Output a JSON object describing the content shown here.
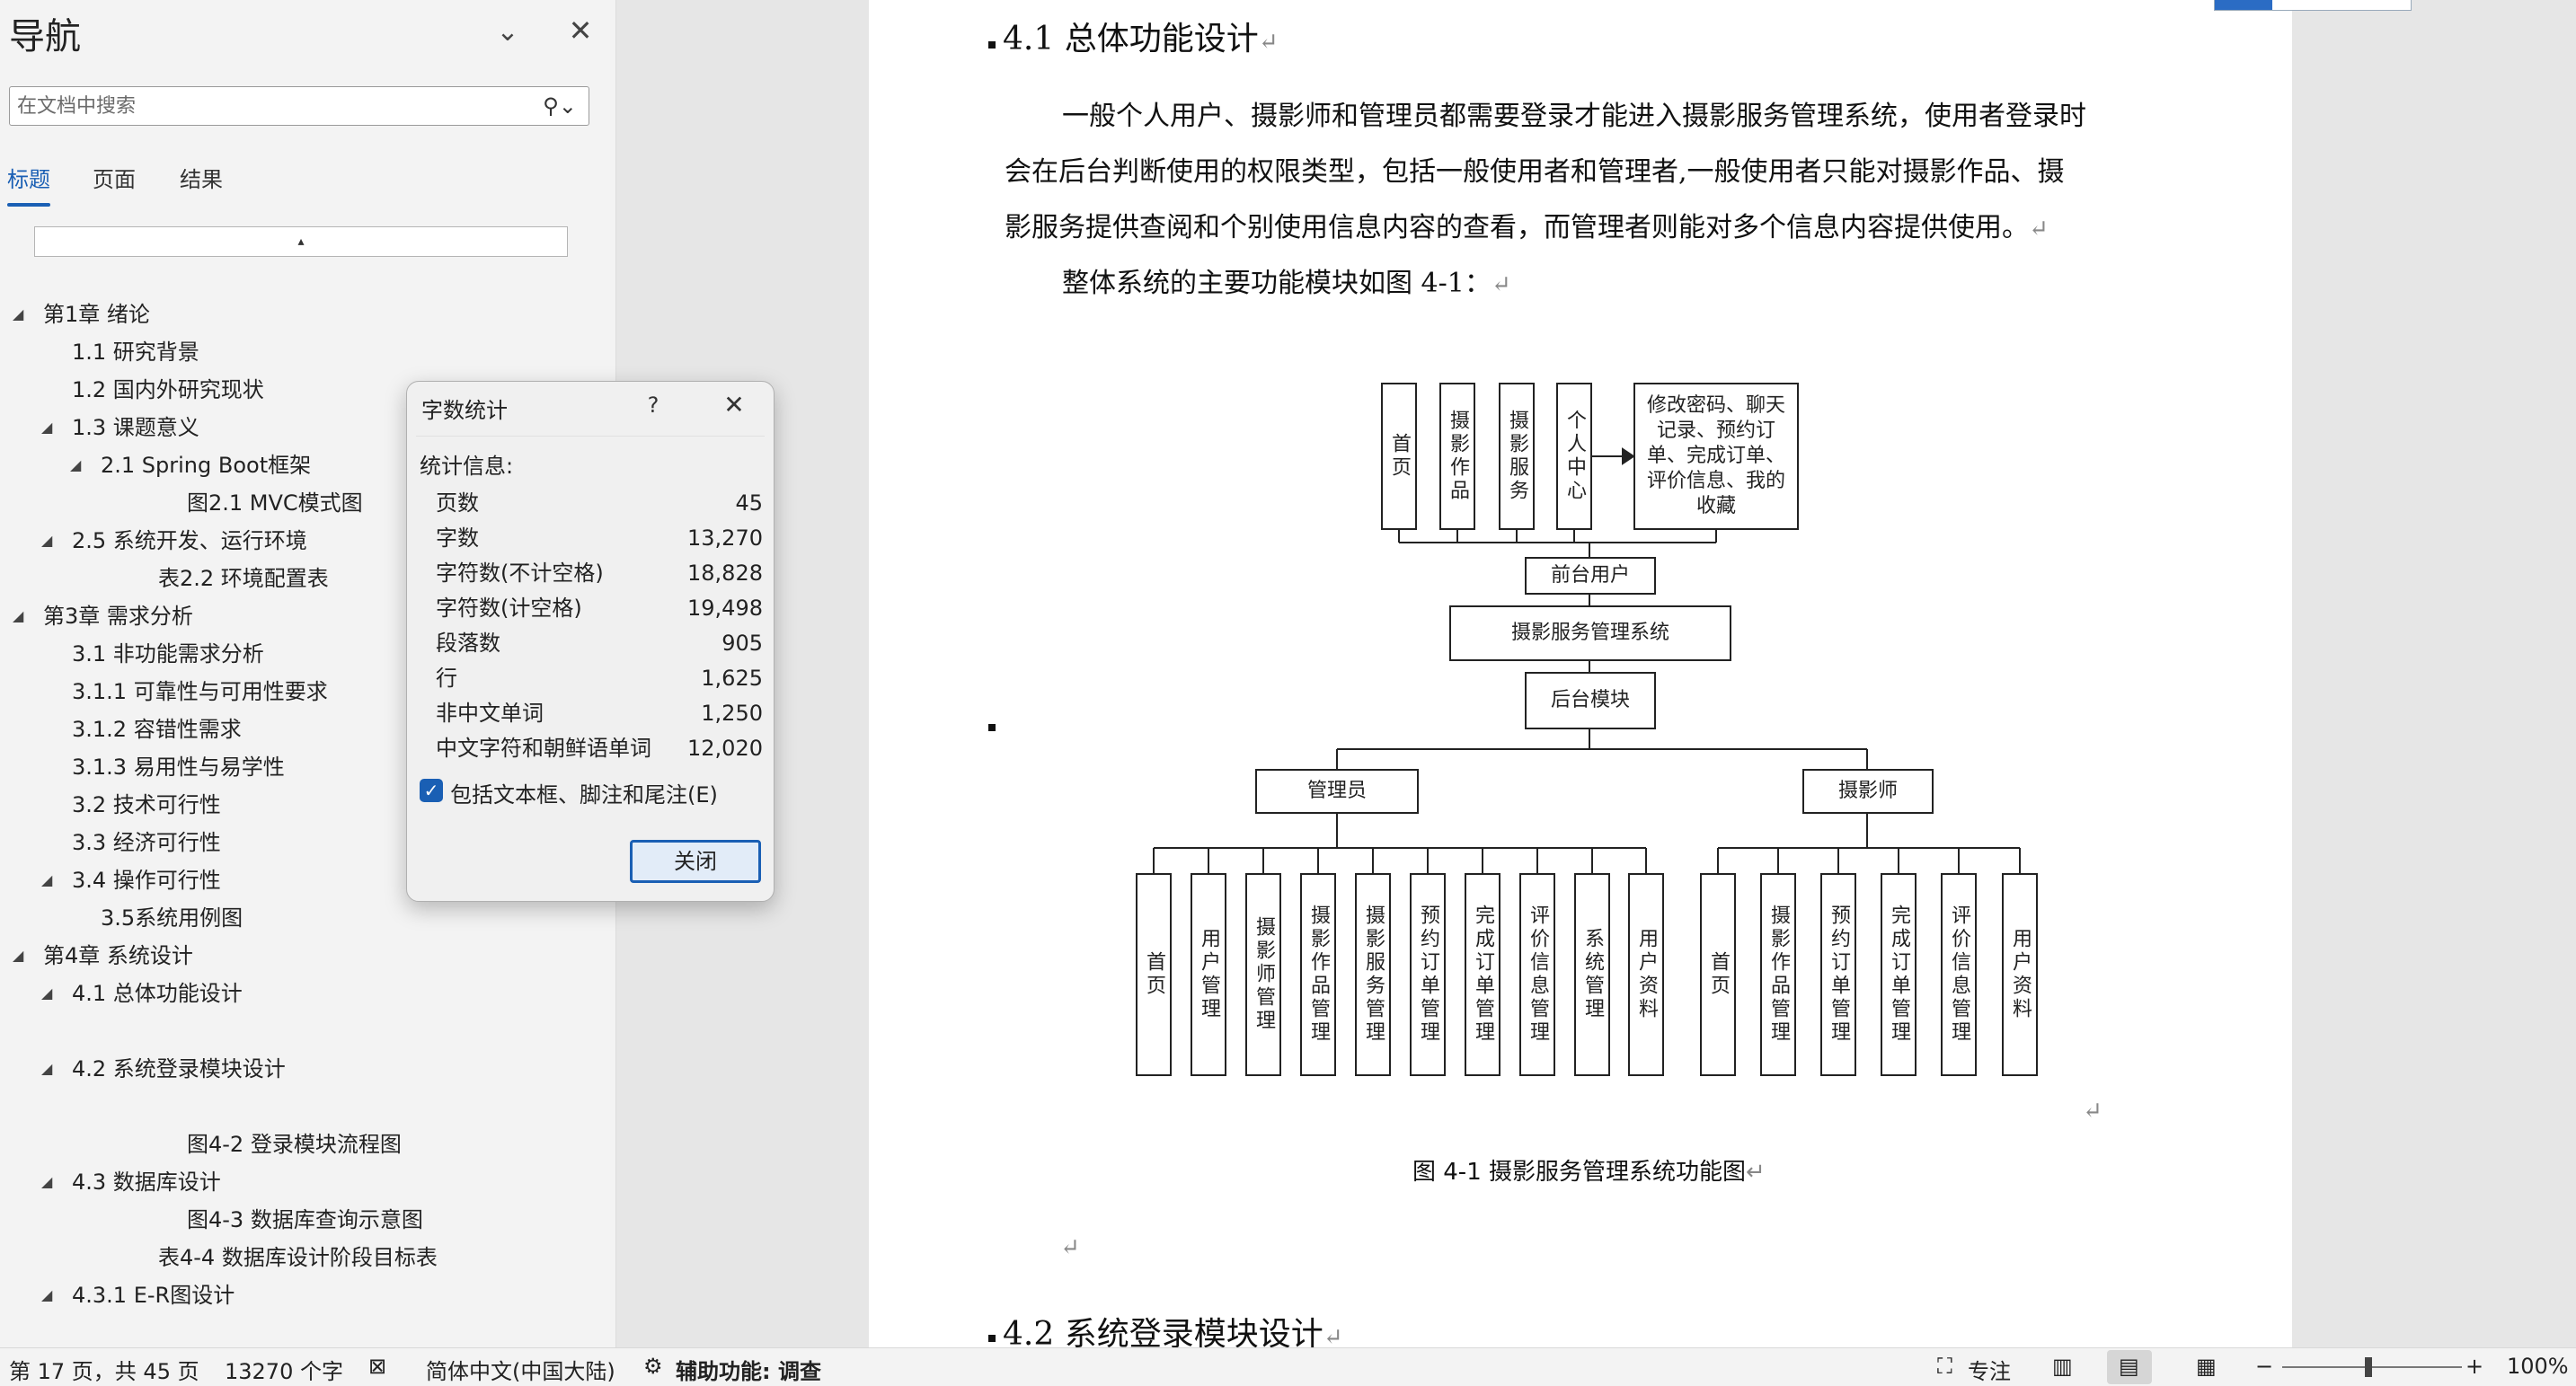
{
  "nav": {
    "title": "导航",
    "search_placeholder": "在文档中搜索",
    "tabs": [
      {
        "label": "标题"
      },
      {
        "label": "页面"
      },
      {
        "label": "结果"
      }
    ],
    "scroll_box_text": "▴",
    "outline": [
      {
        "label": "第1章 绪论",
        "expanded": true
      },
      {
        "label": "1.1 研究背景"
      },
      {
        "label": "1.2 国内外研究现状"
      },
      {
        "label": "1.3 课题意义",
        "expanded": true
      },
      {
        "label": "2.1  Spring Boot框架",
        "expanded": true
      },
      {
        "label": "图2.1 MVC模式图"
      },
      {
        "label": "2.5 系统开发、运行环境",
        "expanded": true
      },
      {
        "label": "表2.2 环境配置表"
      },
      {
        "label": "第3章 需求分析",
        "expanded": true
      },
      {
        "label": "3.1 非功能需求分析"
      },
      {
        "label": "3.1.1 可靠性与可用性要求"
      },
      {
        "label": "3.1.2 容错性需求"
      },
      {
        "label": "3.1.3 易用性与易学性"
      },
      {
        "label": "3.2 技术可行性"
      },
      {
        "label": "3.3 经济可行性"
      },
      {
        "label": "3.4 操作可行性",
        "expanded": true
      },
      {
        "label": "3.5系统用例图"
      },
      {
        "label": "第4章 系统设计",
        "expanded": true
      },
      {
        "label": "4.1 总体功能设计",
        "expanded": true
      },
      {
        "label": "4.2 系统登录模块设计",
        "expanded": true,
        "selected": true
      },
      {
        "label": "图4-2 登录模块流程图"
      },
      {
        "label": "4.3 数据库设计",
        "expanded": true
      },
      {
        "label": "图4-3 数据库查询示意图"
      },
      {
        "label": "表4-4 数据库设计阶段目标表"
      },
      {
        "label": "4.3.1 E-R图设计",
        "expanded": true
      }
    ]
  },
  "dialog": {
    "title": "字数统计",
    "help": "?",
    "section": "统计信息:",
    "rows": [
      {
        "label": "页数",
        "value": "45"
      },
      {
        "label": "字数",
        "value": "13,270"
      },
      {
        "label": "字符数(不计空格)",
        "value": "18,828"
      },
      {
        "label": "字符数(计空格)",
        "value": "19,498"
      },
      {
        "label": "段落数",
        "value": "905"
      },
      {
        "label": "行",
        "value": "1,625"
      },
      {
        "label": "非中文单词",
        "value": "1,250"
      },
      {
        "label": "中文字符和朝鲜语单词",
        "value": "12,020"
      }
    ],
    "checkbox_label": "包括文本框、脚注和尾注(E)",
    "checkbox_checked": true,
    "close_label": "关闭"
  },
  "document": {
    "heading1": "4.1   总体功能设计",
    "para1_line1": "一般个人用户、摄影师和管理员都需要登录才能进入摄影服务管理系统，使用者登录时",
    "para1_line2": "会在后台判断使用的权限类型，包括一般使用者和管理者,一般使用者只能对摄影作品、摄",
    "para1_line3": "影服务提供查阅和个别使用信息内容的查看，而管理者则能对多个信息内容提供使用。",
    "para2": "整体系统的主要功能模块如图 4-1：",
    "figure_caption": "图 4-1    摄影服务管理系统功能图",
    "heading2": "4.2   系统登录模块设计",
    "return_mark": "↵"
  },
  "diagram": {
    "front_items": [
      "首页",
      "摄影作品",
      "摄影服务",
      "个人中心"
    ],
    "personal_detail": "修改密码、聊天记录、预约订单、完成订单、评价信息、我的收藏",
    "front_user": "前台用户",
    "system": "摄影服务管理系统",
    "backend": "后台模块",
    "admin": "管理员",
    "photographer": "摄影师",
    "admin_items": [
      "首页",
      "用户管理",
      "摄影师管理",
      "摄影作品管理",
      "摄影服务管理",
      "预约订单管理",
      "完成订单管理",
      "评价信息管理",
      "系统管理",
      "用户资料"
    ],
    "photographer_items": [
      "首页",
      "摄影作品管理",
      "预约订单管理",
      "完成订单管理",
      "评价信息管理",
      "用户资料"
    ]
  },
  "status": {
    "page": "第 17 页，共 45 页",
    "words": "13270 个字",
    "language": "简体中文(中国大陆)",
    "accessibility": "辅助功能: 调查",
    "focus": "专注",
    "zoom": "100%"
  }
}
